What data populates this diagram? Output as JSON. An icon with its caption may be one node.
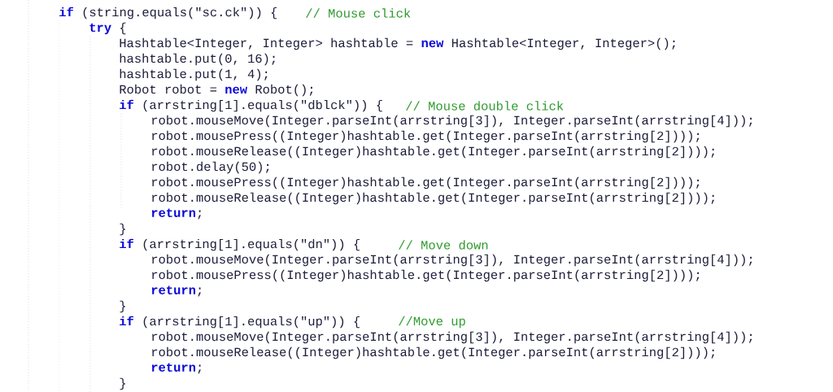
{
  "diagram": {
    "labels": [
      "**if** (string.equals(\"sc.ck\")) {",
      "// Mouse click",
      "**try** {",
      "Hashtable<Integer, Integer> hashtable = **new** Hashtable<Integer, Integer>();",
      "hashtable.put(0, 16);",
      "hashtable.put(1, 4);",
      "Robot robot = **new** Robot();",
      "**if** (arrstring[1].equals(\"dblck\")) {",
      "// Mouse double click",
      "robot.mouseMove(Integer.parseInt(arrstring[3]), Integer.parseInt(arrstring[4]));",
      "robot.mousePress((Integer)hashtable.get(Integer.parseInt(arrstring[2])));",
      "robot.mouseRelease((Integer)hashtable.get(Integer.parseInt(arrstring[2])));",
      "robot.delay(50);",
      "robot.mousePress((Integer)hashtable.get(Integer.parseInt(arrstring[2])));",
      "robot.mouseRelease((Integer)hashtable.get(Integer.parseInt(arrstring[2])));",
      "**return**;",
      "}",
      "**if** (arrstring[1].equals(\"dn\")) {",
      "// Move down",
      "robot.mouseMove(Integer.parseInt(arrstring[3]), Integer.parseInt(arrstring[4]));",
      "robot.mousePress((Integer)hashtable.get(Integer.parseInt(arrstring[2])));",
      "**return**;",
      "}",
      "**if** (arrstring[1].equals(\"up\")) {",
      "//Move up",
      "robot.mouseMove(Integer.parseInt(arrstring[3]), Integer.parseInt(arrstring[4]));",
      "robot.mouseRelease((Integer)hashtable.get(Integer.parseInt(arrstring[2])));",
      "**return**;",
      "}"
    ]
  }
}
